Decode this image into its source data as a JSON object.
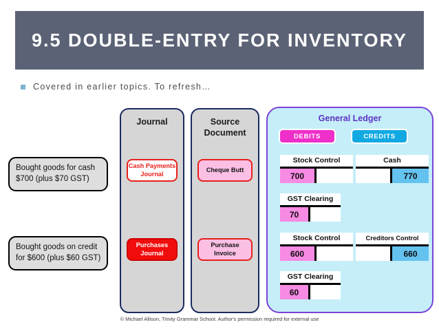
{
  "slide": {
    "title": "9.5 DOUBLE-ENTRY FOR INVENTORY",
    "bullet": "Covered in earlier topics. To refresh…",
    "footer": "© Michael Allison, Trinity Grammar School. Author's permission required for external use"
  },
  "colors": {
    "title_band": "#5b6275",
    "bullet_square": "#7fb4cf",
    "debit_accent": "#ef2fc9",
    "credit_accent": "#12a9e2",
    "debit_cell": "#f78ae3",
    "credit_cell": "#64c2ef",
    "ledger_fill": "#c5eef9",
    "ledger_border": "#7a42d6",
    "column_fill": "#d6d6d6",
    "column_border": "#1a2a5e",
    "journal_red": "#e8201a",
    "source_pink": "#fbbfe4"
  },
  "transactions": [
    {
      "line1": "Bought goods for cash",
      "line2": "$700 (plus $70 GST)"
    },
    {
      "line1": "Bought goods on credit",
      "line2": "for $600 (plus $60 GST)"
    }
  ],
  "columns": {
    "journal": {
      "heading": "Journal",
      "chips": [
        {
          "line1": "Cash Payments",
          "line2": "Journal"
        },
        {
          "line1": "Purchases",
          "line2": "Journal"
        }
      ]
    },
    "source_document": {
      "heading_line1": "Source",
      "heading_line2": "Document",
      "chips": [
        {
          "line1": "Cheque Butt",
          "line2": ""
        },
        {
          "line1": "Purchase",
          "line2": "Invoice"
        }
      ]
    }
  },
  "ledger": {
    "title": "General Ledger",
    "debits_label": "DEBITS",
    "credits_label": "CREDITS",
    "accounts": [
      {
        "name": "Stock Control",
        "debit": "700",
        "credit": ""
      },
      {
        "name": "Cash",
        "debit": "",
        "credit": "770"
      },
      {
        "name": "GST Clearing",
        "debit": "70",
        "credit": ""
      },
      {
        "name": "Stock Control",
        "debit": "600",
        "credit": ""
      },
      {
        "name": "Creditors Control",
        "debit": "",
        "credit": "660"
      },
      {
        "name": "GST Clearing",
        "debit": "60",
        "credit": ""
      }
    ]
  }
}
